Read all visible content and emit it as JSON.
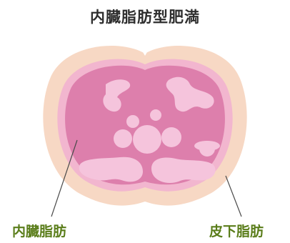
{
  "title": "内臓脂肪型肥満",
  "labels": {
    "visceral_fat": "内臓脂肪",
    "subcutaneous_fat": "皮下脂肪"
  },
  "colors": {
    "label": "#5a7d1a",
    "subcutaneous_layer": "#f7d8c4",
    "abdominal_wall": "#f2b6cf",
    "cavity": "#dd7fac",
    "organs": "#f5c4dc",
    "leader_line": "#4a4a4a"
  }
}
